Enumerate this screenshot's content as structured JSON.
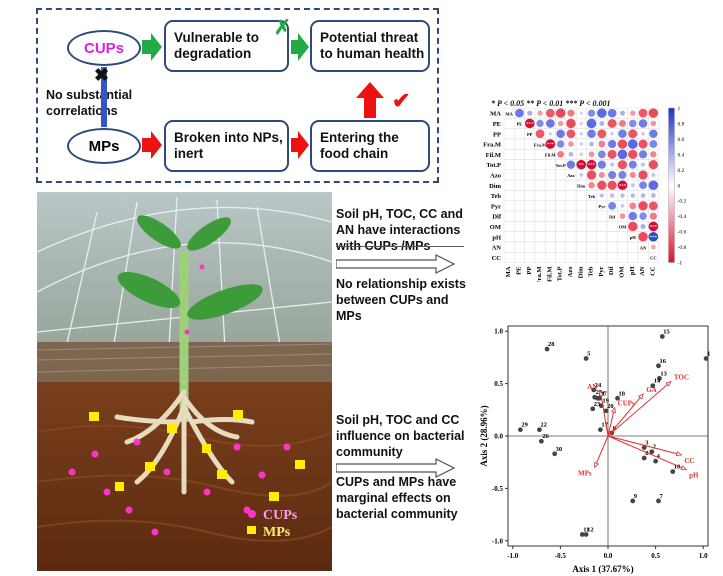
{
  "flow": {
    "cups_label": "CUPs",
    "mps_label": "MPs",
    "box_vulnerable": "Vulnerable to degradation",
    "box_threat": "Potential threat to human health",
    "box_broken": "Broken into NPs, inert",
    "box_foodchain": "Entering the food chain",
    "no_corr": "No substantial correlations",
    "colors": {
      "cups_text": "#e020e0",
      "green_arrow": "#22aa44",
      "red_arrow": "#ee1111",
      "box_border": "#2e4a7d"
    }
  },
  "illustration": {
    "legend_cups": "CUPs",
    "legend_mps": "MPs",
    "colors": {
      "cups_dot": "#ff33cc",
      "mps_square": "#ffee00"
    }
  },
  "findings": {
    "top1": "Soil pH, TOC, CC and AN have interactions with CUPs /MPs",
    "top2": "No relationship exists between CUPs and MPs",
    "bottom1": "Soil pH, TOC and CC influence on bacterial community",
    "bottom2": "CUPs and MPs have marginal effects on bacterial community"
  },
  "corr_matrix": {
    "legend_line": "* P < 0.05   ** P < 0.01   *** P < 0.001",
    "variables": [
      "MA",
      "PE",
      "PP",
      "Fra.M",
      "Fil.M",
      "Tot.P",
      "Azo",
      "Dim",
      "Teb",
      "Pyr",
      "Dif",
      "OM",
      "pH",
      "AN",
      "CC"
    ],
    "colorbar_ticks": [
      "1",
      "0.8",
      "0.6",
      "0.4",
      "0.2",
      "0",
      "-0.2",
      "-0.4",
      "-0.6",
      "-0.8",
      "-1"
    ],
    "star_cells": [
      [
        1,
        2,
        "***"
      ],
      [
        3,
        4,
        "***"
      ],
      [
        5,
        7,
        "**"
      ],
      [
        5,
        8,
        "***"
      ],
      [
        7,
        11,
        "***"
      ],
      [
        11,
        14,
        "***"
      ],
      [
        12,
        14,
        "***"
      ]
    ]
  },
  "chart_data": {
    "type": "scatter",
    "title": "",
    "xlabel": "Axis 1 (37.67%)",
    "ylabel": "Axis 2 (28.96%)",
    "xlim": [
      -1.05,
      1.05
    ],
    "ylim": [
      -1.05,
      1.05
    ],
    "x_ticks": [
      "-1.0",
      "-0.5",
      "0.0",
      "0.5",
      "1.0"
    ],
    "y_ticks": [
      "-1.0",
      "-0.5",
      "0.0",
      "0.5",
      "1.0"
    ],
    "points": [
      {
        "label": "1",
        "x": 1.03,
        "y": 0.74
      },
      {
        "label": "2",
        "x": 0.46,
        "y": -0.15
      },
      {
        "label": "3",
        "x": 0.38,
        "y": -0.11
      },
      {
        "label": "4",
        "x": 0.5,
        "y": -0.24
      },
      {
        "label": "5",
        "x": -0.23,
        "y": 0.74
      },
      {
        "label": "6",
        "x": 0.04,
        "y": 0.03
      },
      {
        "label": "7",
        "x": 0.53,
        "y": -0.62
      },
      {
        "label": "8",
        "x": 0.38,
        "y": -0.21
      },
      {
        "label": "9",
        "x": 0.26,
        "y": -0.62
      },
      {
        "label": "10",
        "x": 0.68,
        "y": -0.34
      },
      {
        "label": "11",
        "x": -0.27,
        "y": -0.94
      },
      {
        "label": "12",
        "x": -0.23,
        "y": -0.94
      },
      {
        "label": "13",
        "x": 0.54,
        "y": 0.55
      },
      {
        "label": "14",
        "x": 0.47,
        "y": 0.48
      },
      {
        "label": "15",
        "x": 0.57,
        "y": 0.95
      },
      {
        "label": "16",
        "x": 0.53,
        "y": 0.67
      },
      {
        "label": "17",
        "x": -0.08,
        "y": 0.06
      },
      {
        "label": "18",
        "x": 0.1,
        "y": 0.36
      },
      {
        "label": "19",
        "x": -0.07,
        "y": 0.29
      },
      {
        "label": "20",
        "x": -0.02,
        "y": 0.24
      },
      {
        "label": "21",
        "x": -0.11,
        "y": 0.36
      },
      {
        "label": "22",
        "x": -0.72,
        "y": 0.06
      },
      {
        "label": "23",
        "x": -0.16,
        "y": 0.26
      },
      {
        "label": "24",
        "x": -0.15,
        "y": 0.44
      },
      {
        "label": "25",
        "x": -0.14,
        "y": 0.37
      },
      {
        "label": "26",
        "x": -0.7,
        "y": -0.05
      },
      {
        "label": "27",
        "x": -0.09,
        "y": 0.36
      },
      {
        "label": "28",
        "x": -0.64,
        "y": 0.83
      },
      {
        "label": "29",
        "x": -0.92,
        "y": 0.06
      },
      {
        "label": "30",
        "x": -0.56,
        "y": -0.17
      }
    ],
    "vectors": [
      {
        "label": "TOC",
        "x": 0.66,
        "y": 0.52
      },
      {
        "label": "GA",
        "x": 0.37,
        "y": 0.4
      },
      {
        "label": "AN",
        "x": -0.08,
        "y": 0.43
      },
      {
        "label": "CUPs",
        "x": 0.07,
        "y": 0.27
      },
      {
        "label": "CC",
        "x": 0.77,
        "y": -0.18
      },
      {
        "label": "pH",
        "x": 0.82,
        "y": -0.32
      },
      {
        "label": "MPs",
        "x": -0.14,
        "y": -0.3
      }
    ],
    "vector_color": "#e03030"
  }
}
